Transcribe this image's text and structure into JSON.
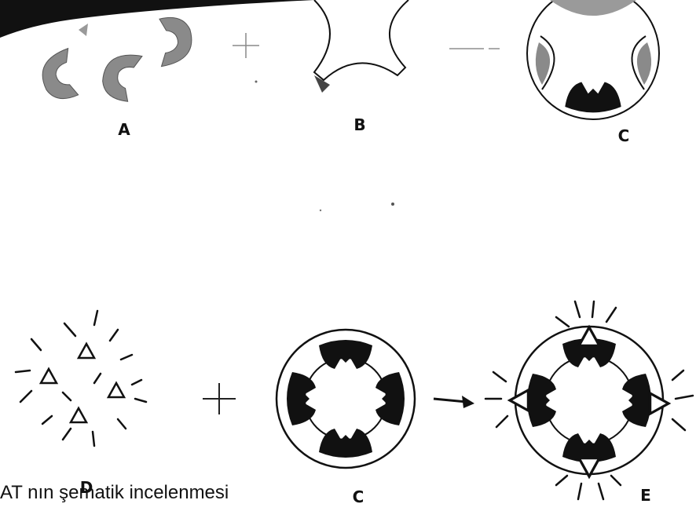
{
  "labels": {
    "a": "A",
    "b": "B",
    "c_top": "C",
    "d": "D",
    "c_bottom": "C",
    "e": "E"
  },
  "operators": {
    "plus_top": "+",
    "plus_bottom": "+"
  },
  "caption": "AT nın şematik incelenmesi",
  "colors": {
    "ink": "#111111",
    "shade": "#8a8a8a",
    "paper": "#ffffff"
  }
}
